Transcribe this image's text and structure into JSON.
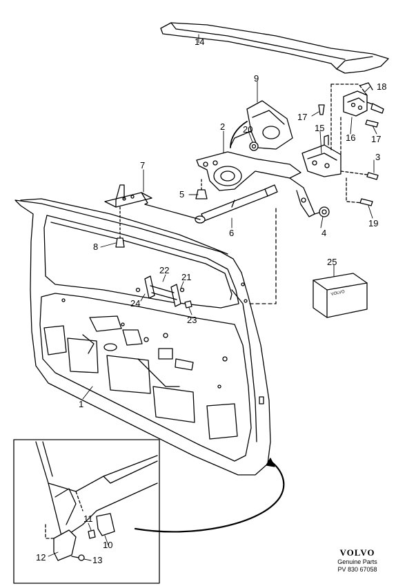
{
  "callouts": {
    "c1": "1",
    "c2": "2",
    "c3": "3",
    "c4": "4",
    "c5": "5",
    "c6": "6",
    "c7": "7",
    "c8": "8",
    "c9": "9",
    "c10": "10",
    "c11": "11",
    "c12": "12",
    "c13": "13",
    "c14": "14",
    "c15": "15",
    "c16": "16",
    "c17a": "17",
    "c17b": "17",
    "c18": "18",
    "c19": "19",
    "c20": "20",
    "c21": "21",
    "c22": "22",
    "c23": "23",
    "c24": "24",
    "c25": "25"
  },
  "box_label": "VOLVO",
  "brand": {
    "logo": "VOLVO",
    "subtitle": "Genuine Parts",
    "code": "PV 830 67058"
  }
}
